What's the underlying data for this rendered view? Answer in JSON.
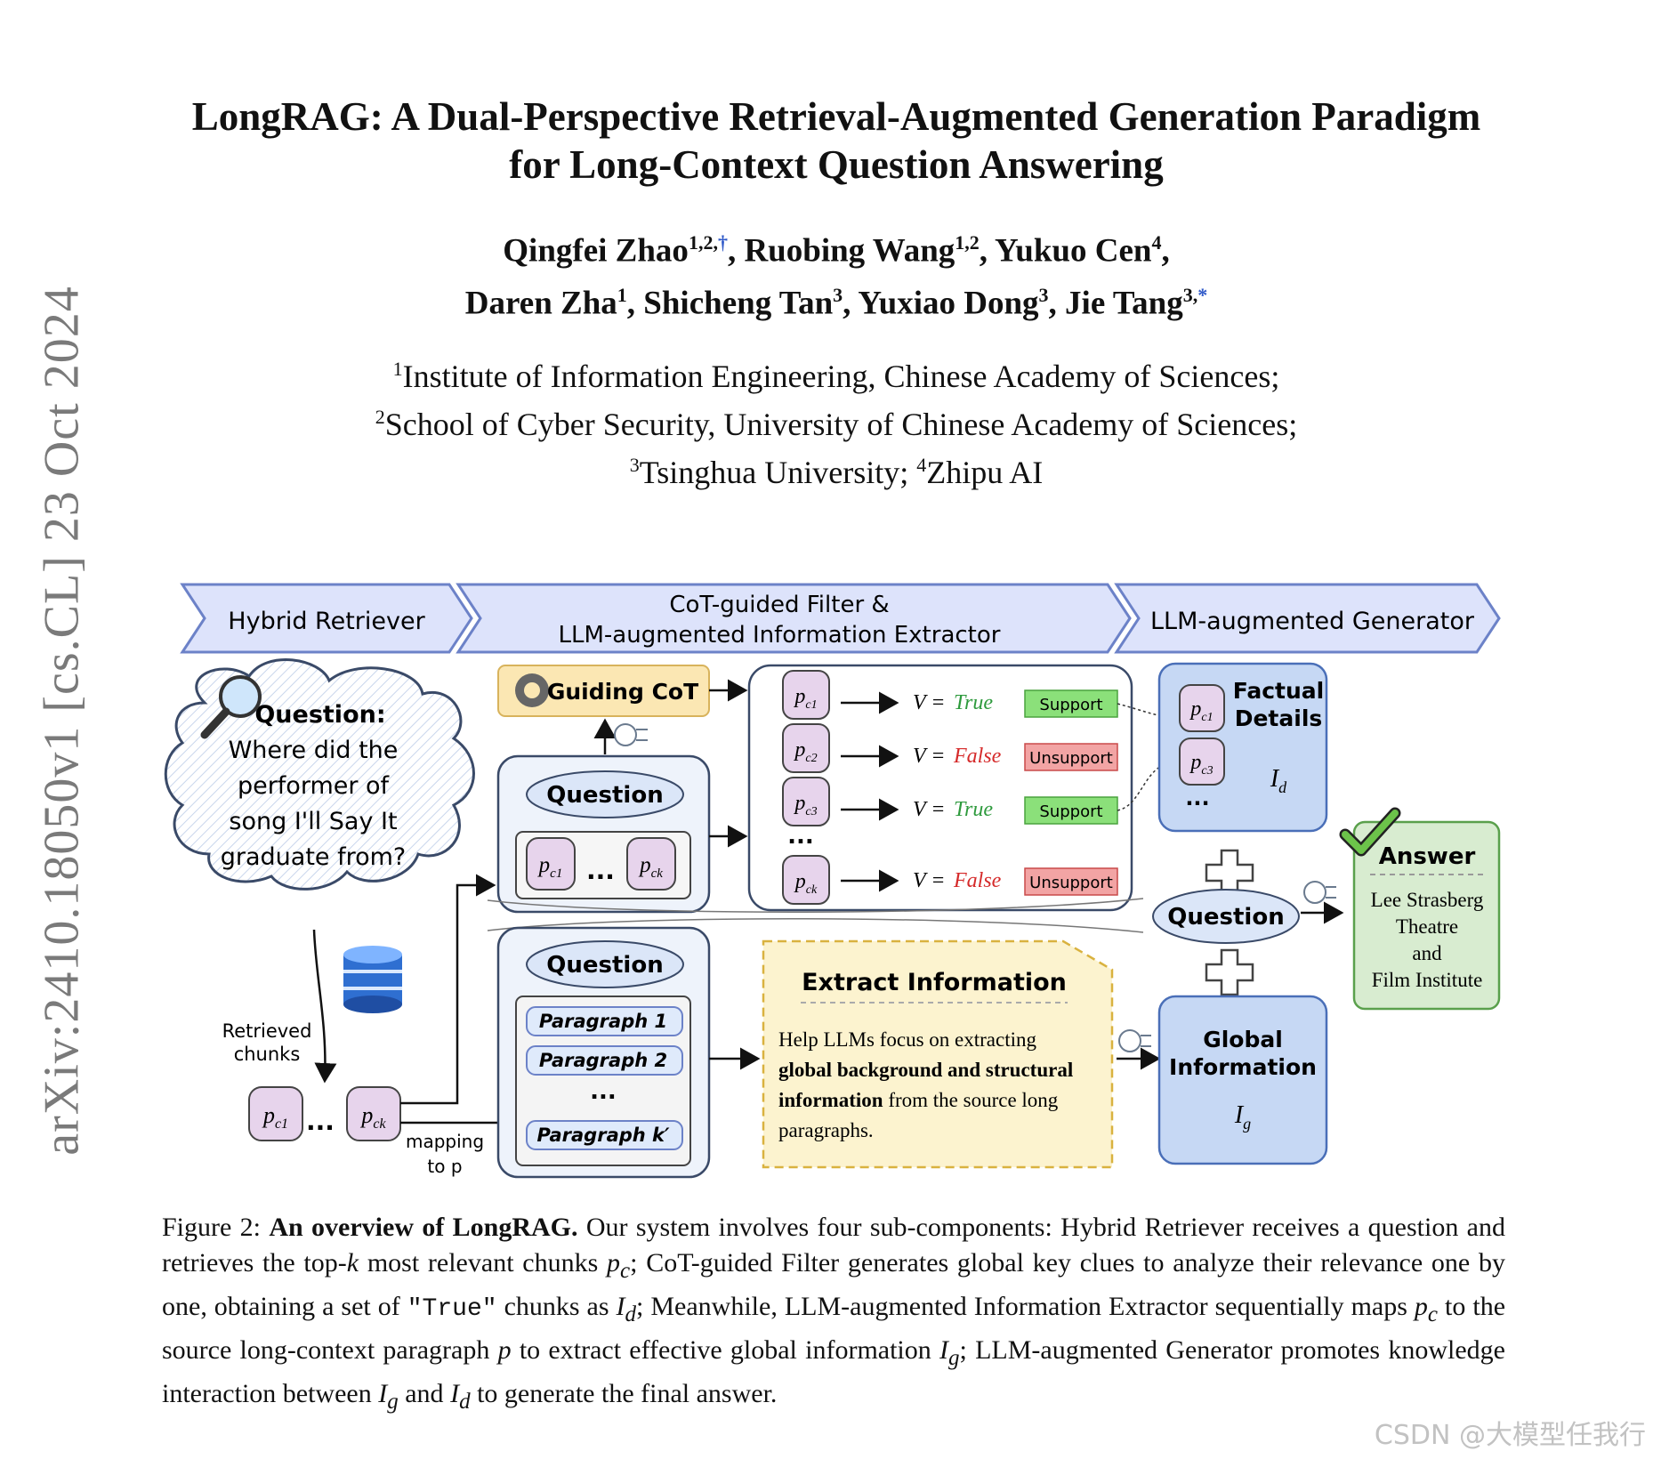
{
  "arxiv_stamp": "arXiv:2410.18050v1  [cs.CL]  23 Oct 2024",
  "title": {
    "line1": "LongRAG: A Dual-Perspective Retrieval-Augmented Generation Paradigm",
    "line2": "for Long-Context Question Answering"
  },
  "authors": [
    {
      "name": "Qingfei Zhao",
      "sup": "1,2,",
      "mark": "†"
    },
    {
      "name": "Ruobing Wang",
      "sup": "1,2",
      "mark": ""
    },
    {
      "name": "Yukuo Cen",
      "sup": "4",
      "mark": ""
    },
    {
      "name": "Daren Zha",
      "sup": "1",
      "mark": ""
    },
    {
      "name": "Shicheng Tan",
      "sup": "3",
      "mark": ""
    },
    {
      "name": "Yuxiao Dong",
      "sup": "3",
      "mark": ""
    },
    {
      "name": "Jie Tang",
      "sup": "3,",
      "mark": "*"
    }
  ],
  "affiliations": [
    {
      "sup": "1",
      "text": "Institute of Information Engineering, Chinese Academy of Sciences;"
    },
    {
      "sup": "2",
      "text": "School of Cyber Security, University of Chinese Academy of Sciences;"
    },
    {
      "sup": "3",
      "text": "Tsinghua University;"
    },
    {
      "sup": "4",
      "text": "Zhipu AI"
    }
  ],
  "figure": {
    "stage_retriever": "Hybrid Retriever",
    "stage_filter_line1": "CoT-guided Filter &",
    "stage_filter_line2": "LLM-augmented Information Extractor",
    "stage_generator": "LLM-augmented Generator",
    "question_label": "Question:",
    "question_lines": [
      "Where did the",
      "performer of",
      "song I'll Say It",
      "graduate from?"
    ],
    "retrieved_line1": "Retrieved",
    "retrieved_line2": "chunks",
    "mapping_line1": "mapping",
    "mapping_line2": "to p",
    "guiding_cot": "Guiding CoT",
    "question": "Question",
    "ellipsis": "...",
    "v_eq": "V =",
    "true_label": "True",
    "false_label": "False",
    "support": "Support",
    "unsupport": "Unsupport",
    "paragraph_1": "Paragraph 1",
    "paragraph_2": "Paragraph 2",
    "paragraph_k": "Paragraph k′",
    "extract_title": "Extract Information",
    "extract_text1": "Help LLMs focus on extracting",
    "extract_bold1": "global background and structural",
    "extract_bold2": "information",
    "extract_text2": " from the source long",
    "extract_text3": "paragraphs.",
    "factual_line1": "Factual",
    "factual_line2": "Details",
    "factual_symbol": "Id",
    "global_line1": "Global",
    "global_line2": "Information",
    "global_symbol": "Ig",
    "answer_label": "Answer",
    "answer_lines": [
      "Lee Strasberg",
      "Theatre",
      "and",
      "Film Institute"
    ],
    "colors": {
      "banner": "#dde3fb",
      "banner_stroke": "#6c82c8",
      "chunk_fill": "#e7d4ec",
      "green_fill": "#8be07a",
      "red_fill": "#f2a4a4",
      "true_color": "#2e9a3d",
      "false_color": "#d52a2a",
      "panel_blue": "#c6d8f4",
      "answer_green": "#d8ecd0",
      "yellow_note": "#fcf3cf",
      "cot_fill": "#fbe7b3"
    },
    "icons": [
      "magnifier-icon",
      "database-icon",
      "brain-chip-icon",
      "checkmark-icon",
      "plus-icon",
      "cot-logo-icon"
    ]
  },
  "caption": {
    "figure_label": "Figure 2:",
    "bold_title": "An overview of LongRAG.",
    "p1": " Our system involves four sub-components: Hybrid Retriever receives a question and retrieves the top-",
    "k": "k",
    "p2": " most relevant chunks ",
    "pc": "p",
    "pc_sub": "c",
    "p3": "; CoT-guided Filter generates global key clues to analyze their relevance one by one, obtaining a set of ",
    "true_code": "\"True\"",
    "p4": " chunks as ",
    "Id": "I",
    "Id_sub": "d",
    "p5": "; Meanwhile, LLM-augmented Information Extractor sequentially maps ",
    "p6": " to the source long-context paragraph ",
    "p_var": "p",
    "p7": " to extract effective global information ",
    "Ig": "I",
    "Ig_sub": "g",
    "p8": "; LLM-augmented Generator promotes knowledge interaction between ",
    "p9": " and ",
    "p10": " to generate the final answer."
  },
  "watermark": "CSDN @大模型任我行"
}
